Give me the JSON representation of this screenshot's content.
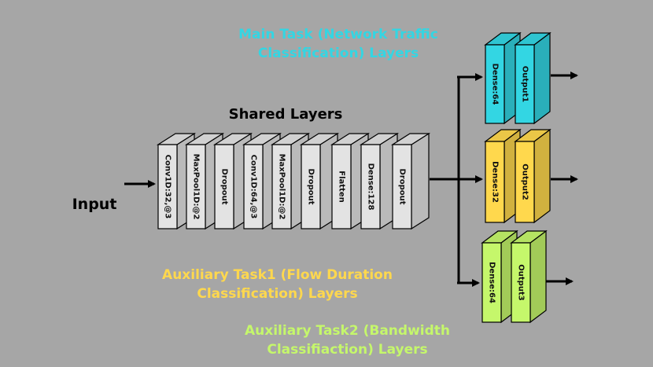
{
  "colors": {
    "background": "#a6a6a6",
    "main_task": "#33d6e3",
    "aux1": "#ffd84d",
    "aux2": "#c5f76b",
    "shared_layer": "#e3e3e3"
  },
  "input_label": "Input",
  "shared": {
    "title": "Shared Layers",
    "layers": [
      "Conv1D:32,@3",
      "MaxPool1D:@2",
      "Dropout",
      "Conv1D:64,@3",
      "MaxPool1D:@2",
      "Dropout",
      "Flatten",
      "Dense:128",
      "Dropout"
    ]
  },
  "heads": [
    {
      "caption_line1": "Main Task (Network Traffic",
      "caption_line2": "Classification) Layers",
      "layers": [
        "Dense:64",
        "Output1"
      ]
    },
    {
      "caption_line1": "Auxiliary Task1 (Flow Duration",
      "caption_line2": "Classification) Layers",
      "layers": [
        "Dense:32",
        "Output2"
      ]
    },
    {
      "caption_line1": "Auxiliary Task2 (Bandwidth",
      "caption_line2": "Classifiaction) Layers",
      "layers": [
        "Dense:64",
        "Output3"
      ]
    }
  ]
}
